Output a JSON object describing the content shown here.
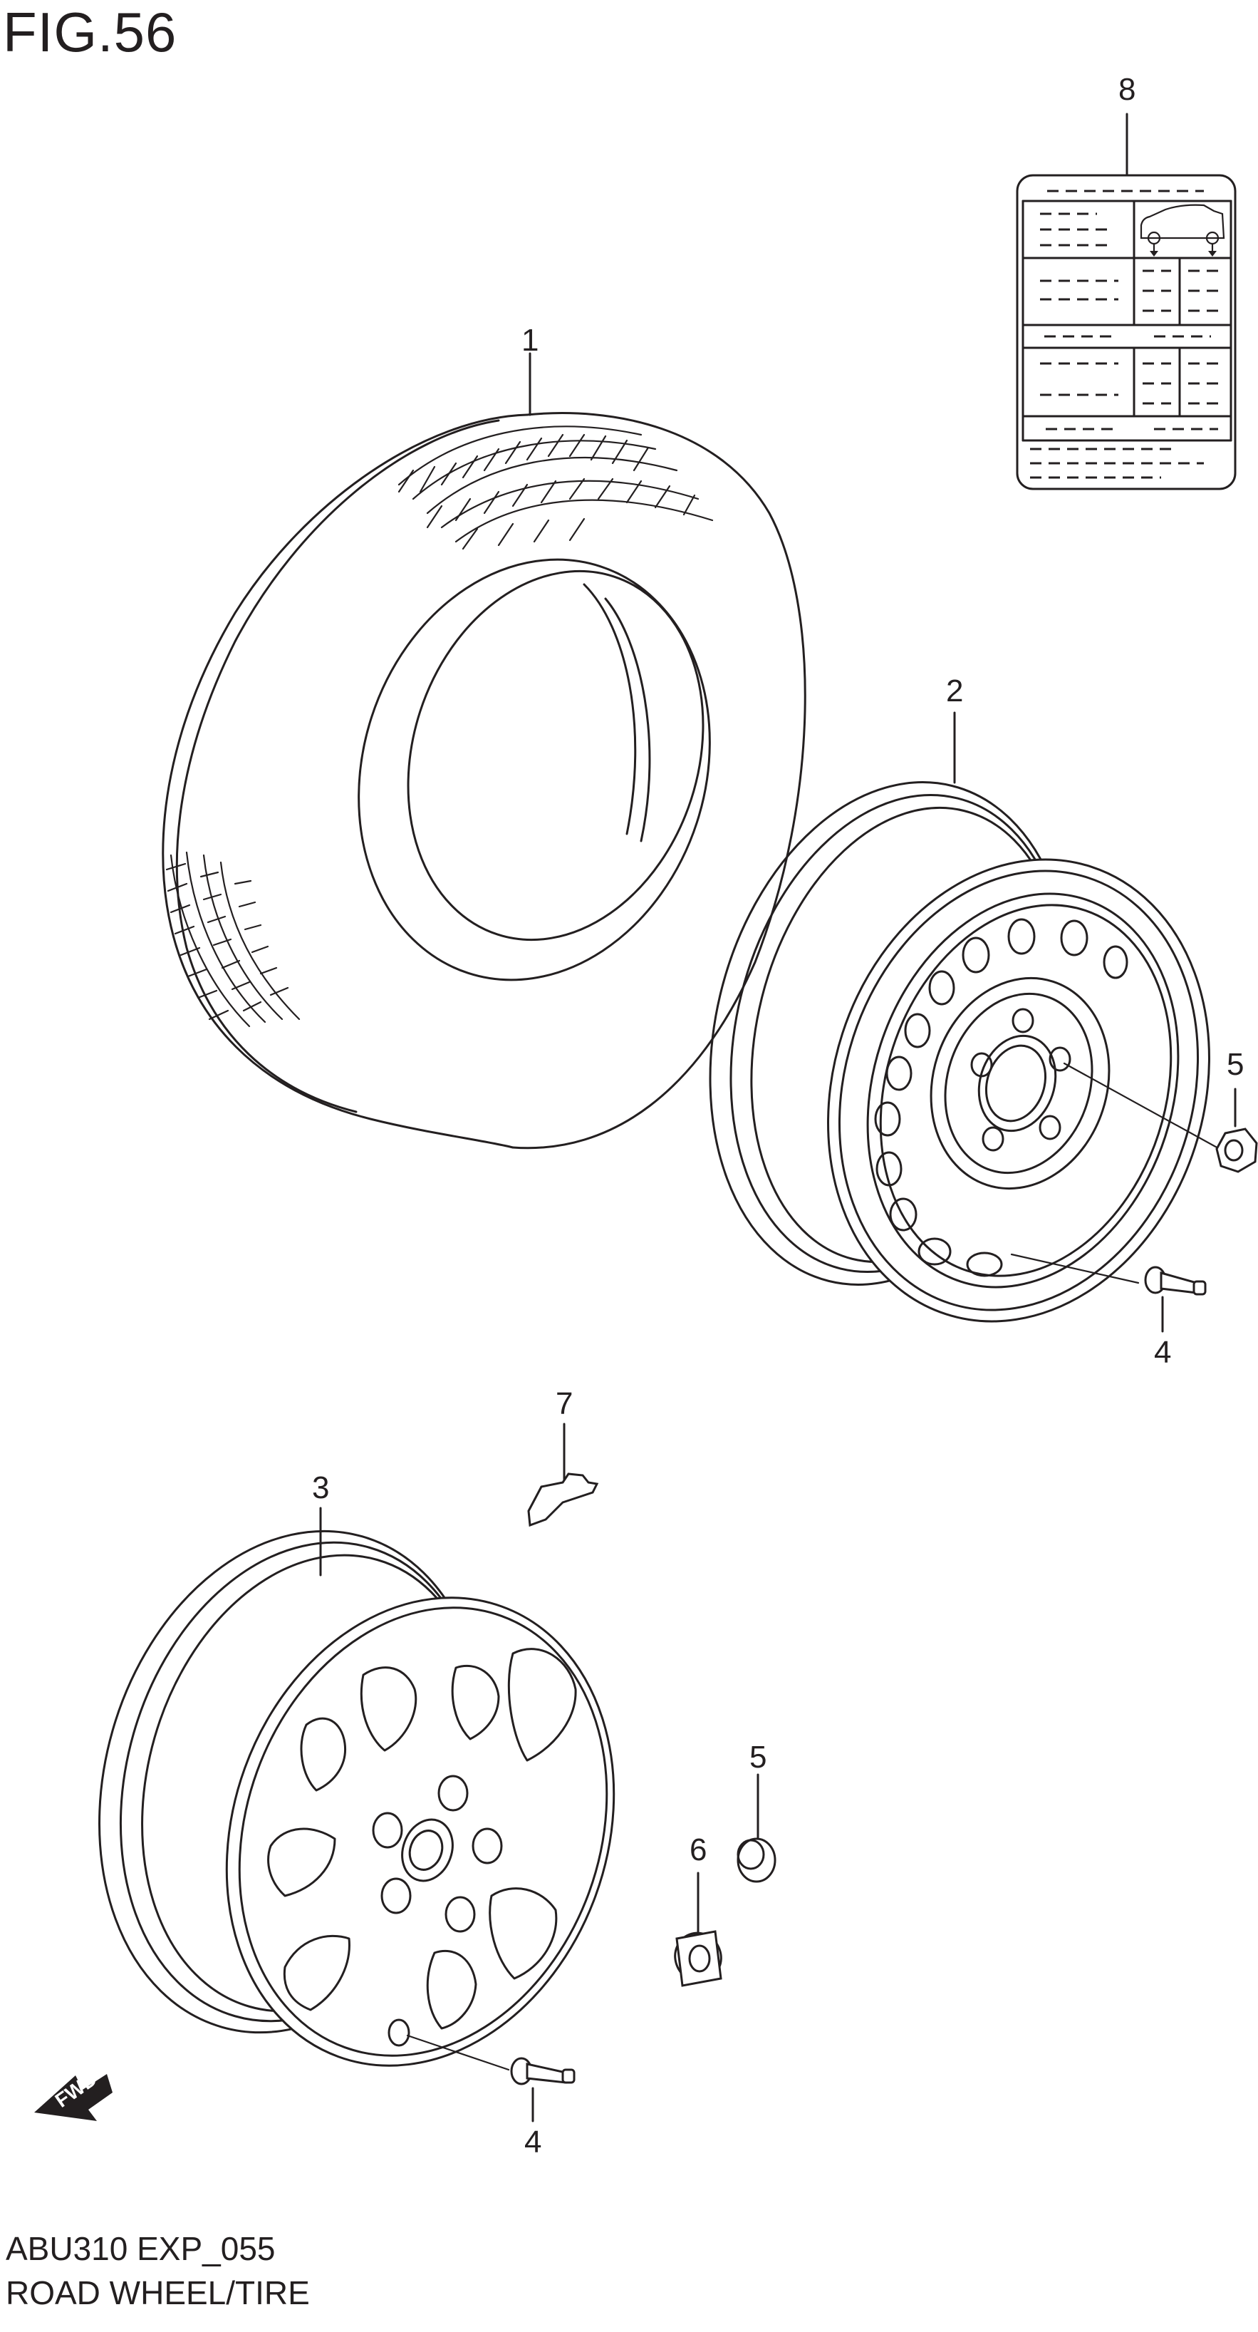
{
  "figure_title": "FIG.56",
  "footer": {
    "code": "ABU310 EXP_055",
    "name": "ROAD WHEEL/TIRE"
  },
  "callouts": {
    "c1": "1",
    "c2": "2",
    "c3": "3",
    "c4a": "4",
    "c4b": "4",
    "c5a": "5",
    "c5b": "5",
    "c6": "6",
    "c7": "7",
    "c8": "8"
  },
  "fwd_label": "FWD",
  "icons": {
    "fwd_arrow": "fwd-arrow-icon",
    "vehicle": "car-silhouette-icon"
  }
}
